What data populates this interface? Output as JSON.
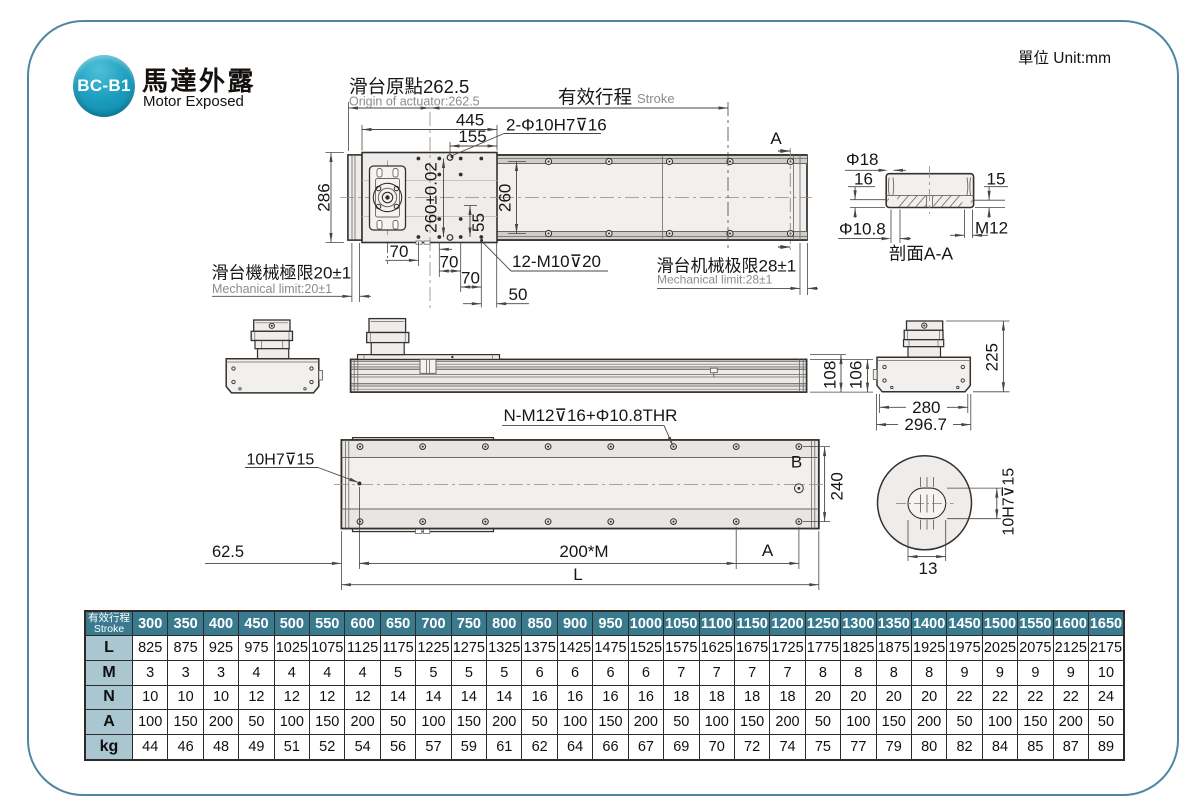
{
  "page": {
    "unit_label": "單位 Unit:mm"
  },
  "header": {
    "badge": "BC-B1",
    "title_zh": "馬達外露",
    "title_en": "Motor Exposed"
  },
  "colors": {
    "accent": "#1d91b0",
    "frame_border": "#4e87a3",
    "table_header_bg": "#3a7a8f",
    "table_rowlabel_bg": "#a9c6d1"
  },
  "drawing": {
    "top": {
      "origin_zh": "滑台原點262.5",
      "origin_en": "Origin of actuator:262.5",
      "stroke_zh": "有效行程",
      "stroke_en": "Stroke",
      "dim_445": "445",
      "dim_155": "155",
      "dowel_callout": "2-Φ10H7⊽16",
      "dim_286": "286",
      "dim_260_tol": "260±0.02",
      "dim_260": "260",
      "dim_55": "55",
      "dims_70": [
        "70",
        "70",
        "70"
      ],
      "dim_50": "50",
      "tap_callout": "12-M10⊽20",
      "limit_left_zh": "滑台機械極限20±1",
      "limit_left_en": "Mechanical limit:20±1",
      "limit_right_zh": "滑台机械极限28±1",
      "limit_right_en": "Mechanical limit:28±1",
      "section_label": "A"
    },
    "section": {
      "dia18": "Φ18",
      "dim16": "16",
      "dim15": "15",
      "dia108": "Φ10.8",
      "m12": "M12",
      "title": "剖面A-A"
    },
    "side": {
      "dim_108": "108",
      "dim_106": "106",
      "dim_225": "225",
      "dim_280": "280",
      "dim_2967": "296.7"
    },
    "bottom": {
      "hole_callout": "N-M12⊽16+Φ10.8THR",
      "dowel_callout": "10H7⊽15",
      "detail_label": "B",
      "dim_240": "240",
      "dim_625": "62.5",
      "dim_200m": "200*M",
      "dim_a": "A",
      "dim_l": "L"
    },
    "detail": {
      "dim_13": "13",
      "dim_10h7": "10H7⊽15"
    }
  },
  "table": {
    "corner_zh": "有效行程",
    "corner_en": "Stroke",
    "strokes": [
      300,
      350,
      400,
      450,
      500,
      550,
      600,
      650,
      700,
      750,
      800,
      850,
      900,
      950,
      1000,
      1050,
      1100,
      1150,
      1200,
      1250,
      1300,
      1350,
      1400,
      1450,
      1500,
      1550,
      1600,
      1650
    ],
    "rows": [
      {
        "label": "L",
        "values": [
          825,
          875,
          925,
          975,
          1025,
          1075,
          1125,
          1175,
          1225,
          1275,
          1325,
          1375,
          1425,
          1475,
          1525,
          1575,
          1625,
          1675,
          1725,
          1775,
          1825,
          1875,
          1925,
          1975,
          2025,
          2075,
          2125,
          2175
        ]
      },
      {
        "label": "M",
        "values": [
          3,
          3,
          3,
          4,
          4,
          4,
          4,
          5,
          5,
          5,
          5,
          6,
          6,
          6,
          6,
          7,
          7,
          7,
          7,
          8,
          8,
          8,
          8,
          9,
          9,
          9,
          9,
          10
        ]
      },
      {
        "label": "N",
        "values": [
          10,
          10,
          10,
          12,
          12,
          12,
          12,
          14,
          14,
          14,
          14,
          16,
          16,
          16,
          16,
          18,
          18,
          18,
          18,
          20,
          20,
          20,
          20,
          22,
          22,
          22,
          22,
          24
        ]
      },
      {
        "label": "A",
        "values": [
          100,
          150,
          200,
          50,
          100,
          150,
          200,
          50,
          100,
          150,
          200,
          50,
          100,
          150,
          200,
          50,
          100,
          150,
          200,
          50,
          100,
          150,
          200,
          50,
          100,
          150,
          200,
          50
        ]
      },
      {
        "label": "kg",
        "values": [
          44,
          46,
          48,
          49,
          51,
          52,
          54,
          56,
          57,
          59,
          61,
          62,
          64,
          66,
          67,
          69,
          70,
          72,
          74,
          75,
          77,
          79,
          80,
          82,
          84,
          85,
          87,
          89
        ]
      }
    ]
  }
}
